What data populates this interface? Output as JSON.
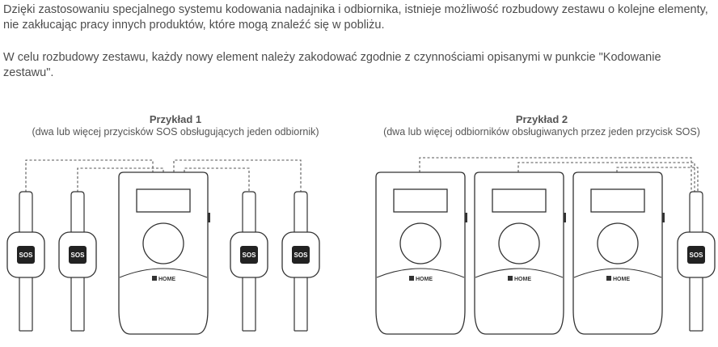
{
  "paragraphs": [
    "Dzięki zastosowaniu specjalnego systemu kodowania nadajnika i odbiornika, istnieje możliwość rozbudowy zestawu o kolejne elementy, nie zakłucając pracy innych produktów, które mogą znaleźć się w pobliżu.",
    "W celu rozbudowy zestawu, każdy nowy element należy zakodować zgodnie z czynnościami opisanymi w punkcie \"Kodowanie zestawu\"."
  ],
  "example1": {
    "title": "Przykład 1",
    "subtitle": "(dwa lub więcej przycisków SOS obsługujących jeden odbiornik)"
  },
  "example2": {
    "title": "Przykład 2",
    "subtitle": "(dwa lub więcej odbiorników obsługiwanych przez jeden przycisk SOS)"
  },
  "device": {
    "sos_label": "SOS",
    "brand": "HOME"
  },
  "colors": {
    "outline": "#333333",
    "sos_button": "#222222"
  }
}
